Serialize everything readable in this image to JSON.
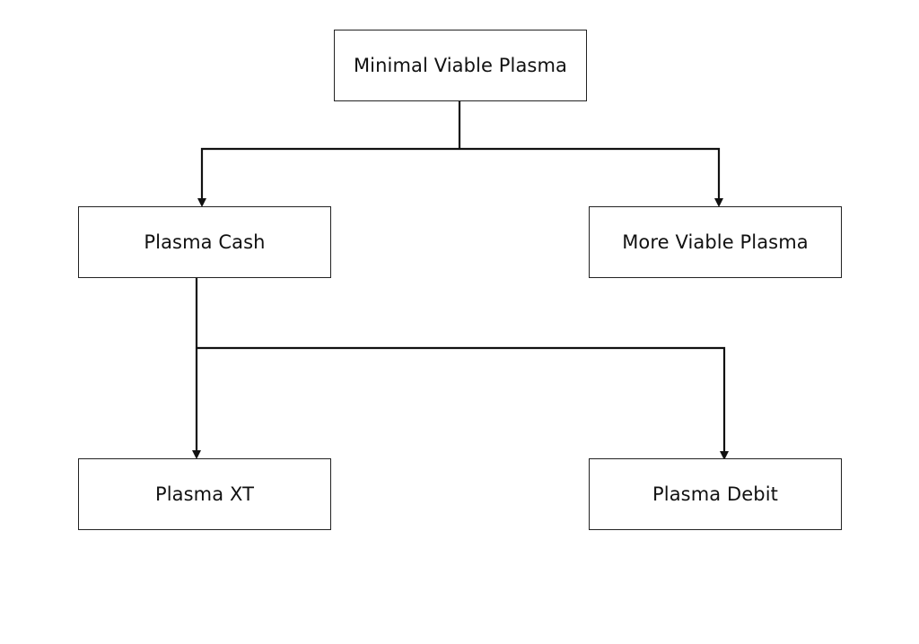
{
  "nodes": {
    "root": {
      "label": "Minimal Viable Plasma"
    },
    "cash": {
      "label": "Plasma Cash"
    },
    "mvp": {
      "label": "More Viable Plasma"
    },
    "xt": {
      "label": "Plasma XT"
    },
    "debit": {
      "label": "Plasma Debit"
    }
  },
  "edges": [
    {
      "from": "root",
      "to": "cash"
    },
    {
      "from": "root",
      "to": "mvp"
    },
    {
      "from": "cash",
      "to": "xt"
    },
    {
      "from": "cash",
      "to": "debit"
    }
  ],
  "colors": {
    "line": "#111111",
    "border": "#222222",
    "background": "#ffffff"
  }
}
